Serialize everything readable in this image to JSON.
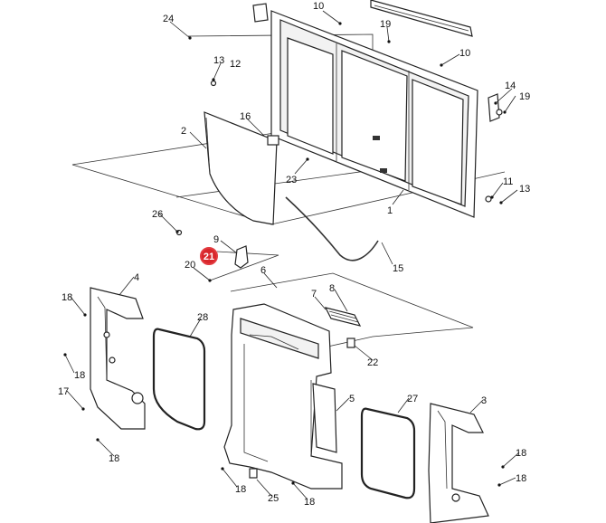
{
  "diagram": {
    "callouts": {
      "c24": "24",
      "c10a": "10",
      "c19a": "19",
      "c10b": "10",
      "c13a": "13",
      "c12": "12",
      "c14": "14",
      "c19b": "19",
      "c16": "16",
      "c2": "2",
      "c23": "23",
      "c11": "11",
      "c13b": "13",
      "c1": "1",
      "c26": "26",
      "c9": "9",
      "c21": "21",
      "c20": "20",
      "c15": "15",
      "c4": "4",
      "c6": "6",
      "c7": "7",
      "c8": "8",
      "c18a": "18",
      "c28": "28",
      "c18b": "18",
      "c22": "22",
      "c17": "17",
      "c5": "5",
      "c27": "27",
      "c3": "3",
      "c18c": "18",
      "c18d": "18",
      "c18e": "18",
      "c25": "25",
      "c18f": "18",
      "c18g": "18"
    },
    "highlight_color": "#d8262b"
  }
}
